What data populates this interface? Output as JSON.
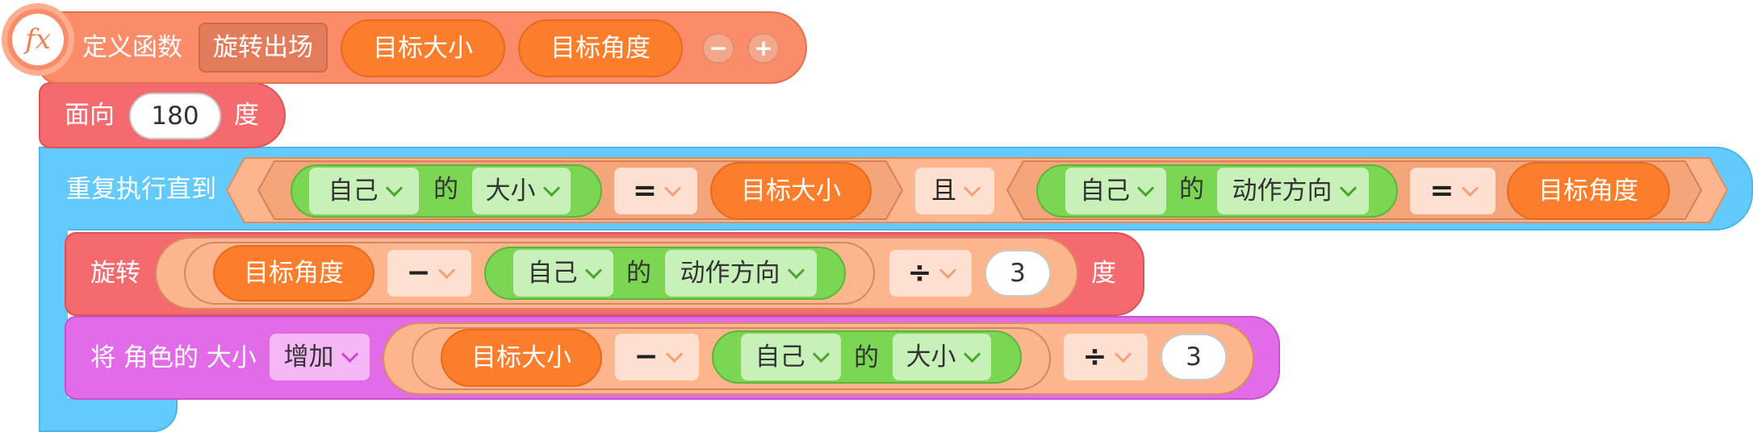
{
  "colors": {
    "define_block": "#fa8c69",
    "motion_block": "#f56a6e",
    "loop_block": "#62cbfc",
    "looks_block": "#e26be8",
    "reporter_orange": "#fc7d2b",
    "reporter_green": "#7bd653",
    "condition_bg": "#fcb58c"
  },
  "define": {
    "icon_label": "fx",
    "label": "定义函数",
    "name": "旋转出场",
    "params": [
      "目标大小",
      "目标角度"
    ],
    "minus": "−",
    "plus": "+"
  },
  "face": {
    "label": "面向",
    "value": "180",
    "unit": "度"
  },
  "repeat": {
    "label": "重复执行直到",
    "and": "且",
    "cond1": {
      "object": "自己",
      "of": "的",
      "property": "大小",
      "op": "=",
      "target": "目标大小"
    },
    "cond2": {
      "object": "自己",
      "of": "的",
      "property": "动作方向",
      "op": "=",
      "target": "目标角度"
    }
  },
  "rotate": {
    "label": "旋转",
    "param": "目标角度",
    "op": "−",
    "object": "自己",
    "of": "的",
    "property": "动作方向",
    "div": "÷",
    "divisor": "3",
    "unit": "度"
  },
  "change_size": {
    "label": "将 角色的 大小",
    "mode": "增加",
    "param": "目标大小",
    "op": "−",
    "object": "自己",
    "of": "的",
    "property": "大小",
    "div": "÷",
    "divisor": "3"
  }
}
